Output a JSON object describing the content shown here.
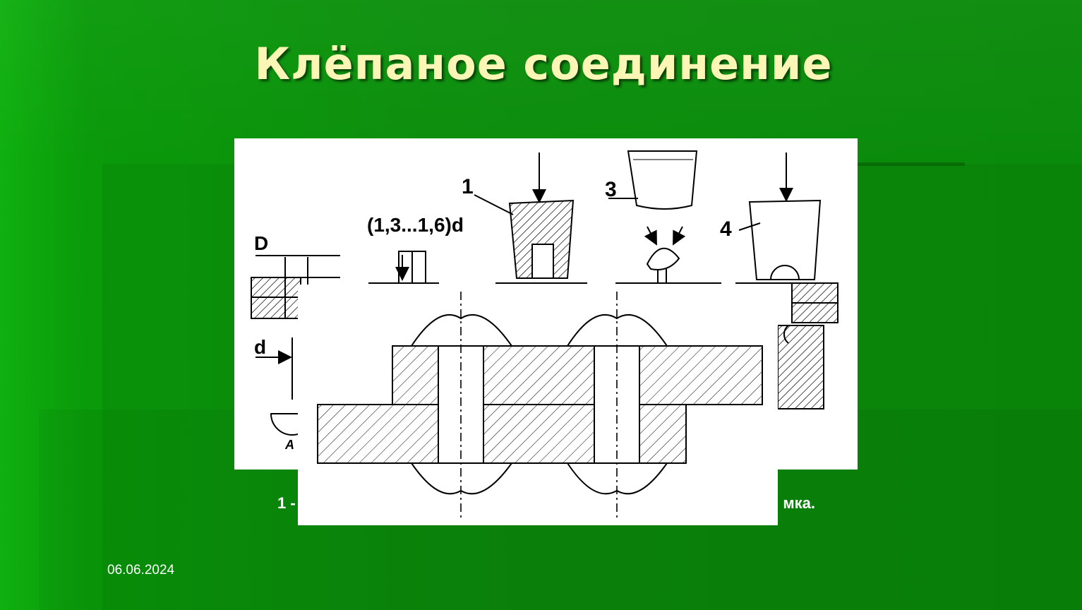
{
  "slide": {
    "title": "Клёпаное соединение",
    "date": "06.06.2024",
    "caption_start": "1 -",
    "caption_end": "мка."
  },
  "figure_back": {
    "dim_D": "D",
    "dim_d": "d",
    "dim_head": "(1,3...1,6)d",
    "label_1": "1",
    "label_3": "3",
    "label_4": "4",
    "label_A": "A"
  },
  "colors": {
    "background": "#0a8f0a",
    "title": "#fbf5b6",
    "figure_bg": "#ffffff",
    "line": "#000000"
  }
}
